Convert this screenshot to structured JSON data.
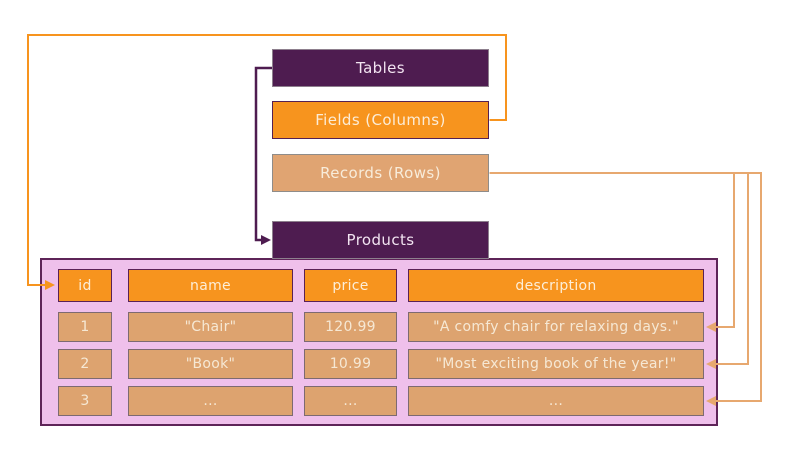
{
  "boxes": {
    "tables": "Tables",
    "fields": "Fields (Columns)",
    "records": "Records (Rows)",
    "products": "Products"
  },
  "table": {
    "headers": [
      "id",
      "name",
      "price",
      "description"
    ],
    "rows": [
      [
        "1",
        "\"Chair\"",
        "120.99",
        "\"A comfy chair for relaxing days.\""
      ],
      [
        "2",
        "\"Book\"",
        "10.99",
        "\"Most exciting book of the year!\""
      ],
      [
        "3",
        "...",
        "...",
        "..."
      ]
    ]
  },
  "colors": {
    "dark_purple": "#4e1c50",
    "orange": "#f7941e",
    "tan": "#e0a472",
    "pink_table_background": "#efc0eb",
    "connector_orange": "#f7941e",
    "connector_tan": "#e7a86f",
    "connector_purple": "#4e1c50"
  }
}
